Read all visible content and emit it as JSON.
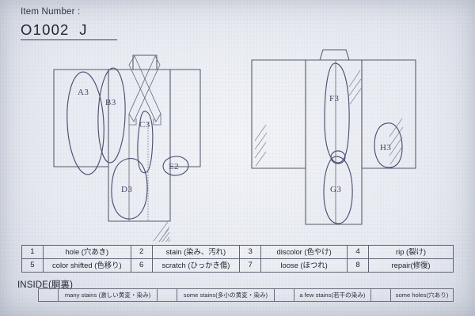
{
  "header": {
    "label": "Item Number :",
    "value": "O1002  J"
  },
  "diagram": {
    "front_view_marks": [
      {
        "id": "A3",
        "label": "A3"
      },
      {
        "id": "B3",
        "label": "B3"
      },
      {
        "id": "C3",
        "label": "C3"
      },
      {
        "id": "D3",
        "label": "D3"
      },
      {
        "id": "E2",
        "label": "E2"
      }
    ],
    "back_view_marks": [
      {
        "id": "F3",
        "label": "F3"
      },
      {
        "id": "G3",
        "label": "G3"
      },
      {
        "id": "H3",
        "label": "H3"
      }
    ]
  },
  "legend": {
    "rows": [
      [
        {
          "num": "1",
          "desc": "hole (穴あき)"
        },
        {
          "num": "2",
          "desc": "stain (染み、汚れ)"
        },
        {
          "num": "3",
          "desc": "discolor (色やけ)"
        },
        {
          "num": "4",
          "desc": "rip (裂け)"
        }
      ],
      [
        {
          "num": "5",
          "desc": "color shifted (色移り)"
        },
        {
          "num": "6",
          "desc": "scratch (ひっかき傷)"
        },
        {
          "num": "7",
          "desc": "loose (ほつれ)"
        },
        {
          "num": "8",
          "desc": "repair(修復)"
        }
      ]
    ]
  },
  "inside": {
    "title": "INSIDE(胴裏)",
    "options": [
      {
        "checkbox": "",
        "label": "many stains (激しい黄変・染み)"
      },
      {
        "checkbox": "",
        "label": "some stains(多小の黄変・染み)"
      },
      {
        "checkbox": "",
        "label": "a few stains(若干の染み)"
      },
      {
        "checkbox": "",
        "label": "some holes(穴あり)"
      }
    ]
  }
}
